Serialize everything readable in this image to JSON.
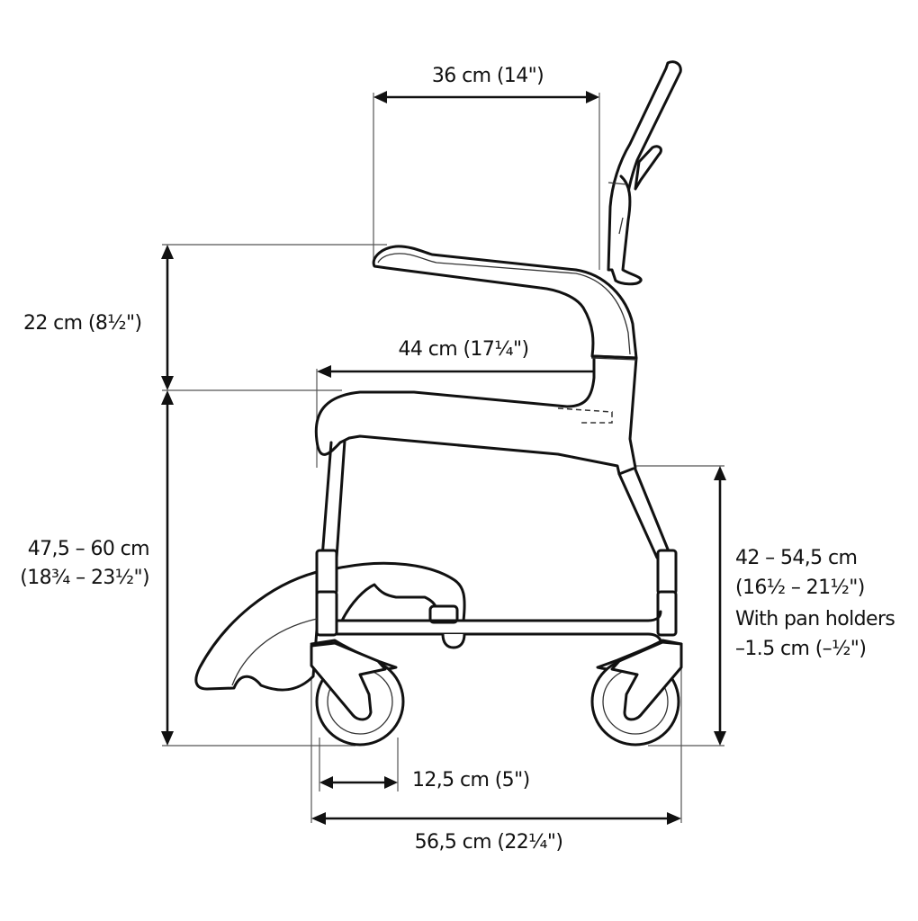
{
  "diagram": {
    "subject": "Shower commode chair - side view with dimensions",
    "dimensions": {
      "armrest_depth": {
        "metric": "36 cm",
        "imperial": "(14\")",
        "label": "36 cm (14\")"
      },
      "armrest_height": {
        "label": "22 cm (8½\")"
      },
      "seat_depth": {
        "label": "44 cm (17¼\")"
      },
      "seat_height": {
        "line1": "47,5 – 60 cm",
        "line2": "(18¾ – 23½\")"
      },
      "frame_height": {
        "line1": "42 – 54,5 cm",
        "line2": "(16½ – 21½\")",
        "line3": "With pan holders",
        "line4": "–1.5 cm (–½\")"
      },
      "wheel_diameter": {
        "label": "12,5 cm (5\")"
      },
      "overall_length": {
        "label": "56,5 cm (22¼\")"
      }
    },
    "colors": {
      "line": "#111111",
      "background": "#ffffff"
    }
  }
}
